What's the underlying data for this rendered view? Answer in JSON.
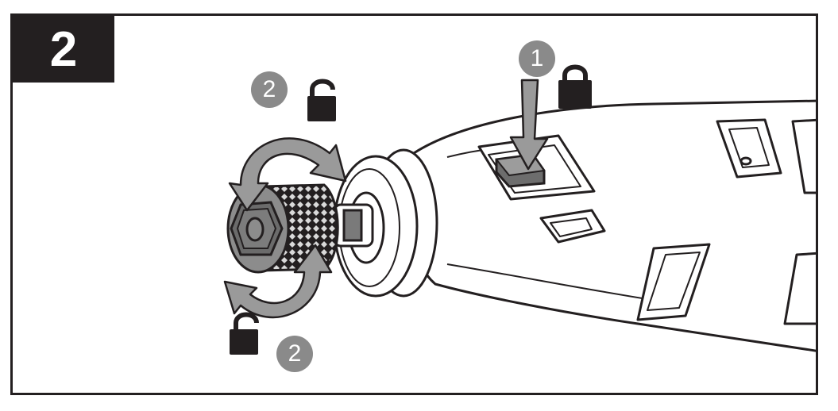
{
  "step": {
    "number": "2"
  },
  "callouts": [
    {
      "label": "1",
      "icon": "lock-closed-icon"
    },
    {
      "label": "2",
      "icon": "lock-open-icon"
    },
    {
      "label": "2",
      "icon": "lock-open-icon"
    }
  ],
  "colors": {
    "outline": "#231f20",
    "badge": "#8a8a8a",
    "arrow": "#9a9a9a",
    "metal": "#6b6b6b",
    "button": "#6d6d6d"
  }
}
